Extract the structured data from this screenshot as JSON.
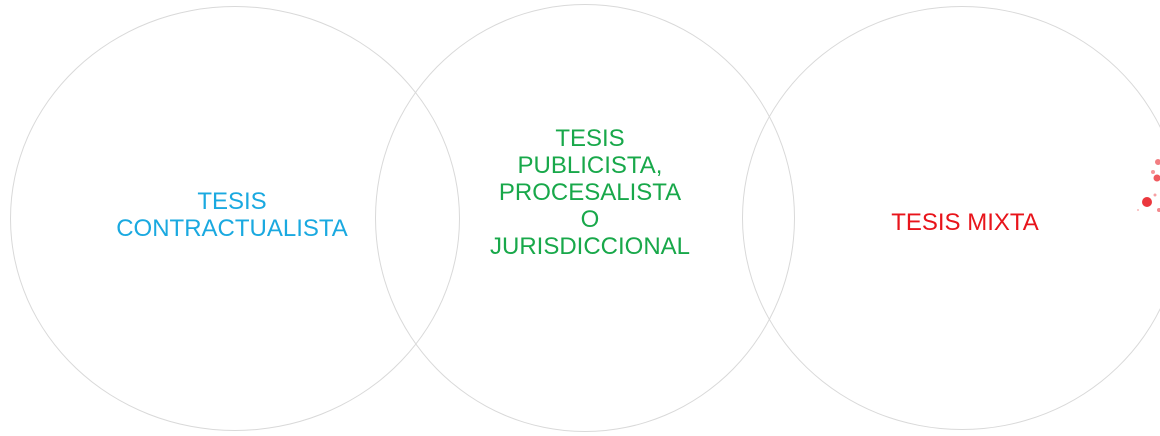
{
  "circles": [
    {
      "lines": [
        "TESIS",
        "CONTRACTUALISTA"
      ],
      "color": "#1aa9e0"
    },
    {
      "lines": [
        "TESIS",
        "PUBLICISTA,",
        "PROCESALISTA",
        "O",
        "JURISDICCIONAL"
      ],
      "color": "#18a84a"
    },
    {
      "lines": [
        "TESIS MIXTA"
      ],
      "color": "#e8141b"
    }
  ],
  "colors": {
    "circle_stroke": "#d9d9d9",
    "decoration": "#e8141b"
  }
}
